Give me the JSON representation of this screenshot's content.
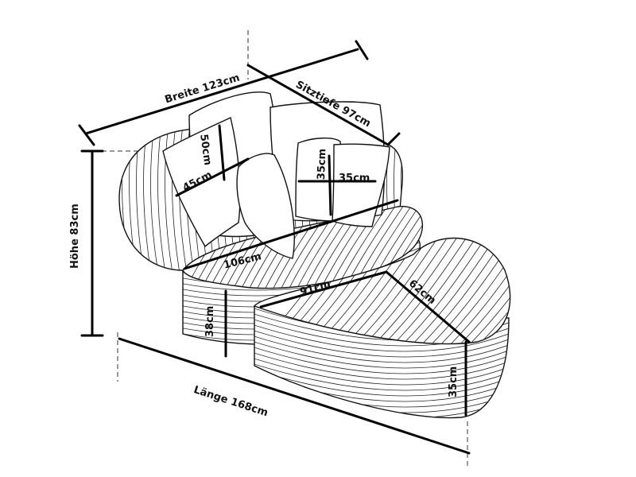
{
  "product": "corduroy swivel loveseat with footstool",
  "dimensions": {
    "breite": "Breite 123cm",
    "sitztiefe": "Sitztiefe 97cm",
    "hoehe": "Höhe 83cm",
    "laenge": "Länge 168cm",
    "pillow_large_h": "50cm",
    "pillow_large_w": "45cm",
    "pillow_small_h": "35cm",
    "pillow_small_w": "35cm",
    "seat_width": "106cm",
    "seat_height": "38cm",
    "stool_width": "91cm",
    "stool_depth": "62cm",
    "stool_height": "35cm"
  },
  "colors": {
    "line": "#111111",
    "background": "#ffffff"
  }
}
